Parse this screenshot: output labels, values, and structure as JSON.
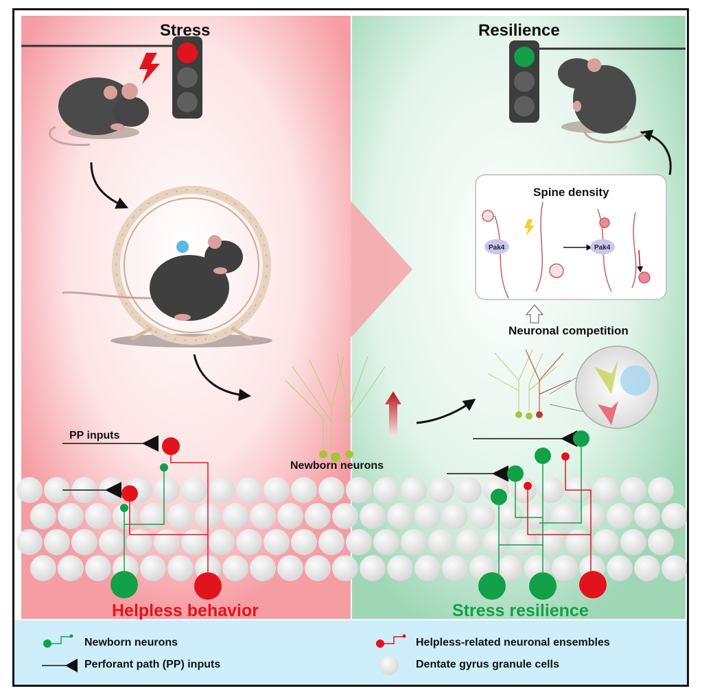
{
  "panels": {
    "left_title": "Stress",
    "right_title": "Resilience",
    "left_outcome": "Helpless behavior",
    "right_outcome": "Stress resilience"
  },
  "labels": {
    "pp_inputs": "PP inputs",
    "newborn_neurons": "Newborn neurons",
    "neuronal_competition": "Neuronal competition",
    "spine_density": "Spine density",
    "pak4_before": "Pak4",
    "pak4_after": "Pak4"
  },
  "legend": {
    "newborn": "Newborn neurons",
    "pp": "Perforant path (PP) inputs",
    "helpless": "Helpless-related neuronal ensembles",
    "granule": "Dentate gyrus granule cells"
  },
  "colors": {
    "stress_bg": "#f6a3a8",
    "resilience_bg": "#a8dcc0",
    "legend_bg": "#cdeefa",
    "green_neuron": "#12a048",
    "red_neuron": "#e1141e",
    "granule": "#e6e6e6"
  },
  "icons": {
    "traffic_light_red": "traffic-light-red-icon",
    "traffic_light_green": "traffic-light-green-icon",
    "lightning": "lightning-icon",
    "mouse": "mouse-icon",
    "running_wheel": "running-wheel-icon"
  }
}
